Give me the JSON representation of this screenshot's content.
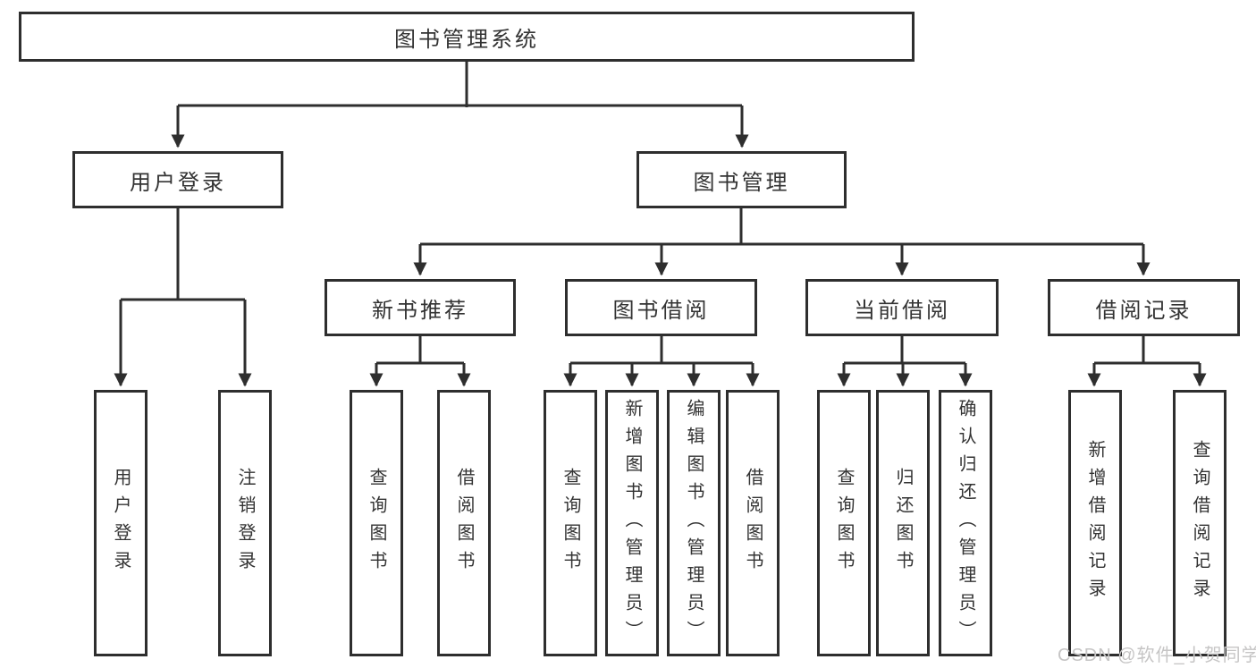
{
  "tree": {
    "root": {
      "label": "图书管理系统"
    },
    "branches": [
      {
        "label": "用户登录",
        "children": [
          {
            "label": "用户登录"
          },
          {
            "label": "注销登录"
          }
        ]
      },
      {
        "label": "图书管理",
        "children": [
          {
            "label": "新书推荐",
            "children": [
              {
                "label": "查询图书"
              },
              {
                "label": "借阅图书"
              }
            ]
          },
          {
            "label": "图书借阅",
            "children": [
              {
                "label": "查询图书"
              },
              {
                "label": "新增图书（管理员）"
              },
              {
                "label": "编辑图书（管理员）"
              },
              {
                "label": "借阅图书"
              }
            ]
          },
          {
            "label": "当前借阅",
            "children": [
              {
                "label": "查询图书"
              },
              {
                "label": "归还图书"
              },
              {
                "label": "确认归还（管理员）"
              }
            ]
          },
          {
            "label": "借阅记录",
            "children": [
              {
                "label": "新增借阅记录"
              },
              {
                "label": "查询借阅记录"
              }
            ]
          }
        ]
      }
    ]
  },
  "colors": {
    "line": "#2e2e2e",
    "text": "#333333",
    "watermark": "#c6c5c5"
  },
  "watermark": {
    "text": "CSDN @软件_小贺同学"
  }
}
